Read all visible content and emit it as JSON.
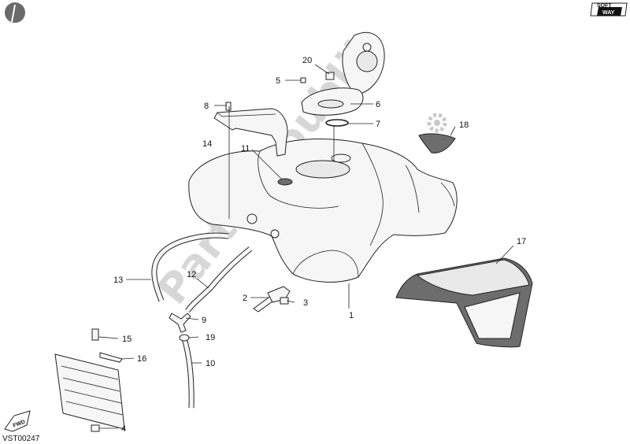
{
  "diagram": {
    "code": "VST00247",
    "brand_badge": [
      "SOFT",
      "WAY"
    ],
    "fwd_badge": "FWD",
    "watermark": "PartsRepublik",
    "callouts": [
      {
        "id": "20",
        "label": "20"
      },
      {
        "id": "5",
        "label": "5"
      },
      {
        "id": "8",
        "label": "8"
      },
      {
        "id": "6",
        "label": "6"
      },
      {
        "id": "7",
        "label": "7"
      },
      {
        "id": "18",
        "label": "18"
      },
      {
        "id": "14",
        "label": "14"
      },
      {
        "id": "11",
        "label": "11"
      },
      {
        "id": "17",
        "label": "17"
      },
      {
        "id": "13",
        "label": "13"
      },
      {
        "id": "12",
        "label": "12"
      },
      {
        "id": "2",
        "label": "2"
      },
      {
        "id": "3",
        "label": "3"
      },
      {
        "id": "1",
        "label": "1"
      },
      {
        "id": "9",
        "label": "9"
      },
      {
        "id": "15",
        "label": "15"
      },
      {
        "id": "19",
        "label": "19"
      },
      {
        "id": "16",
        "label": "16"
      },
      {
        "id": "10",
        "label": "10"
      },
      {
        "id": "4",
        "label": "4"
      }
    ]
  }
}
